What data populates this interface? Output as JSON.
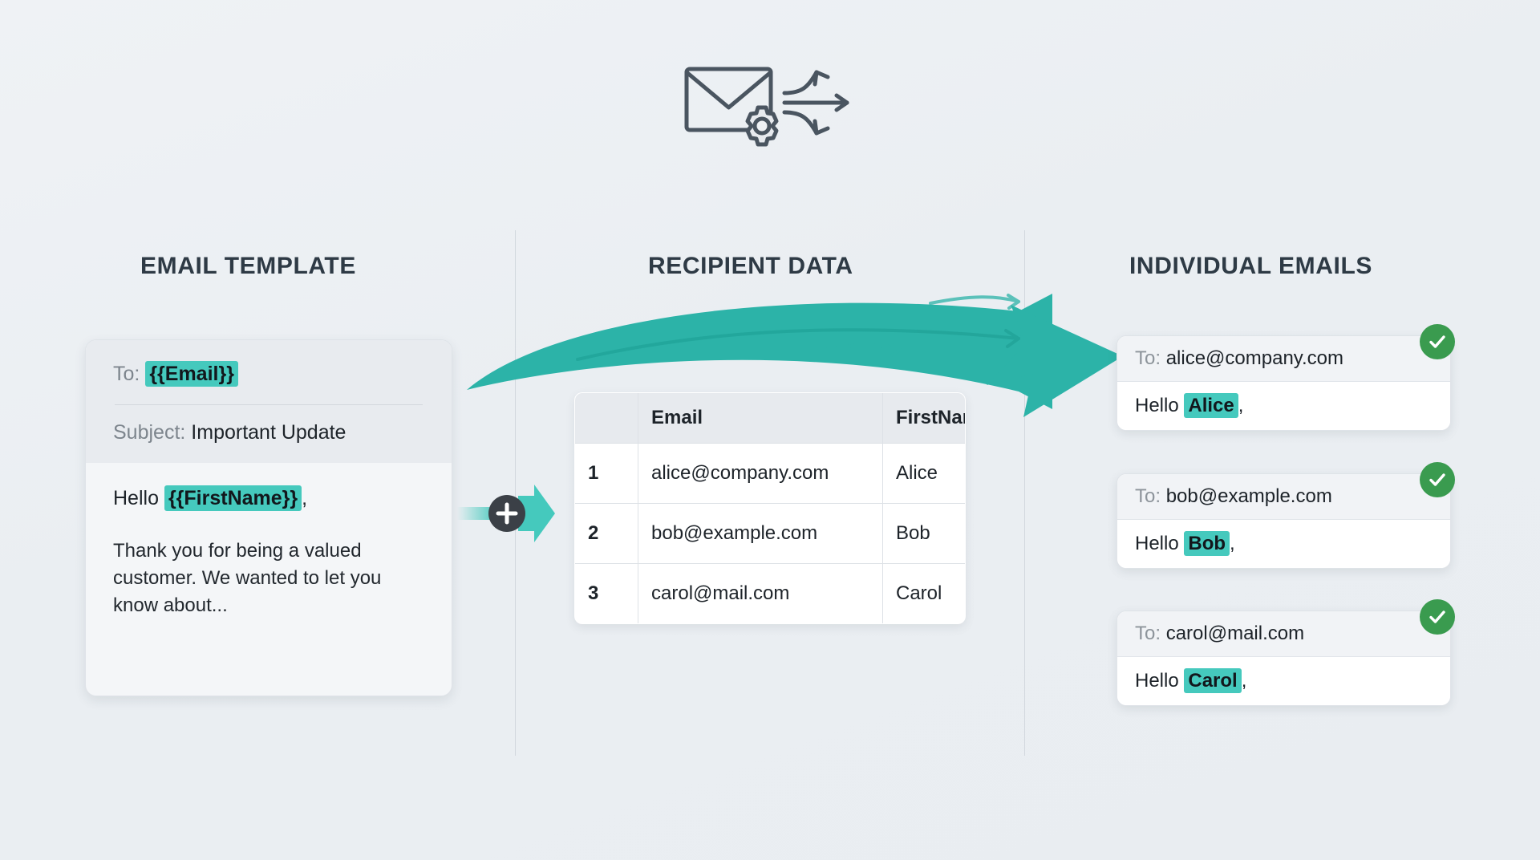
{
  "header": {
    "icon": "envelope-gear-distribute-icon"
  },
  "sections": {
    "template_title": "EMAIL TEMPLATE",
    "recipient_title": "RECIPIENT DATA",
    "emails_title": "INDIVIDUAL EMAILS"
  },
  "template": {
    "to_label": "To:",
    "to_token": "{{Email}}",
    "subject_label": "Subject:",
    "subject_value": "Important Update",
    "greeting_prefix": "Hello",
    "greeting_token": "{{FirstName}}",
    "greeting_suffix": ",",
    "paragraph": "Thank you for being a valued customer. We wanted to let you know about..."
  },
  "connector": {
    "plus_symbol": "+",
    "name": "merge-plus-connector"
  },
  "table": {
    "columns": [
      "",
      "Email",
      "FirstName"
    ],
    "rows": [
      {
        "index": "1",
        "email": "alice@company.com",
        "firstname": "Alice"
      },
      {
        "index": "2",
        "email": "bob@example.com",
        "firstname": "Bob"
      },
      {
        "index": "3",
        "email": "carol@mail.com",
        "firstname": "Carol"
      }
    ]
  },
  "emails": [
    {
      "to_label": "To:",
      "to_value": "alice@company.com",
      "greeting_prefix": "Hello",
      "greeting_name": "Alice",
      "greeting_suffix": ",",
      "status": "sent"
    },
    {
      "to_label": "To:",
      "to_value": "bob@example.com",
      "greeting_prefix": "Hello",
      "greeting_name": "Bob",
      "greeting_suffix": ",",
      "status": "sent"
    },
    {
      "to_label": "To:",
      "to_value": "carol@mail.com",
      "greeting_prefix": "Hello",
      "greeting_name": "Carol",
      "greeting_suffix": ",",
      "status": "sent"
    }
  ],
  "colors": {
    "accent_teal": "#45c9bd",
    "arrow_teal": "#2cb3a8",
    "success_green": "#3a9b4f",
    "title_ink": "#2e3a45",
    "background": "#eef1f4"
  }
}
